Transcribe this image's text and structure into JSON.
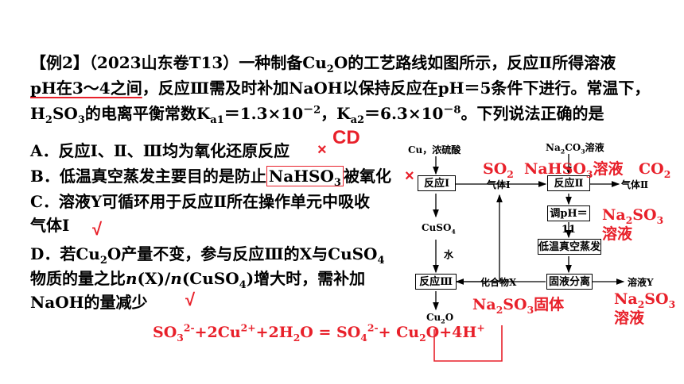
{
  "question": {
    "tag": "【例2】",
    "source": "（2023山东卷T13）",
    "line1_rest": "一种制备Cu",
    "line1_o": "O的工艺路线如图所示，反应Ⅱ所得溶液",
    "line2_a": "pH在3～4之间",
    "line2_b": "，反应Ⅲ需及时补加NaOH以保持反应在pH＝5条件下进行。常温下，",
    "line3_a": "H",
    "line3_b": "SO",
    "line3_c": "的电离平衡常数K",
    "line3_d": "＝1.3×10",
    "line3_e": "，K",
    "line3_f": "＝6.3×10",
    "line3_g": "。下列说法正确的是",
    "sub2": "2",
    "sub3": "3",
    "suba1": "a1",
    "suba2": "a2",
    "exp1": "－2",
    "exp2": "－8"
  },
  "options": {
    "a": "A．反应Ⅰ、Ⅱ、Ⅲ均为氧化还原反应",
    "b_pre": "B．低温真空蒸发主要目的是防止",
    "b_box": "NaHSO",
    "b_post": "被氧化",
    "c1": "C．溶液Y可循环用于反应Ⅱ所在操作单元中吸收",
    "c2": "气体Ⅰ",
    "d1_pre": "D．若Cu",
    "d1_post": "O产量不变，参与反应Ⅲ的X与CuSO",
    "d2_pre": "物质的量之比",
    "d2_n1": "n",
    "d2_mid": "(X)/",
    "d2_n2": "n",
    "d2_cu": "(CuSO",
    "d2_post": ")增大时，需补加",
    "d3": "NaOH的量减少"
  },
  "annotations": {
    "answer": "CD",
    "mark_wrong": "×",
    "mark_right": "√",
    "so2": "SO",
    "nahso3": "NaHSO",
    "nahso3_tail": "溶液",
    "co2": "CO",
    "na2so3": "Na",
    "na2so3_mid": "SO",
    "solution": "溶液",
    "solid": "固体",
    "eq_so3": "SO",
    "eq_2cu": "+2Cu",
    "eq_2h2o": "+2H",
    "eq_o_eq": "O = SO",
    "eq_plus_cu": "+ Cu",
    "eq_o4h": "O+4H",
    "eq_plus": "+",
    "eq_2minus": "2-",
    "eq_2plus": "2+"
  },
  "diagram": {
    "cu_reagent": "Cu，浓硫酸",
    "reaction1": "反应Ⅰ",
    "gas1": "气体Ⅰ",
    "na2co3": "Na",
    "na2co3_b": "CO",
    "na2co3_c": "溶液",
    "reaction2": "反应Ⅱ",
    "gas2": "气体Ⅱ",
    "adjust_ph": "调pH＝11",
    "evap": "低温真空蒸发",
    "separate": "固液分离",
    "solution_y": "溶液Y",
    "compound_x": "化合物X",
    "reaction3": "反应Ⅲ",
    "cuso4": "CuSO",
    "water": "水",
    "cu2o": "Cu",
    "cu2o_o": "O"
  },
  "colors": {
    "accent": "#e8202a",
    "text": "#000000"
  }
}
